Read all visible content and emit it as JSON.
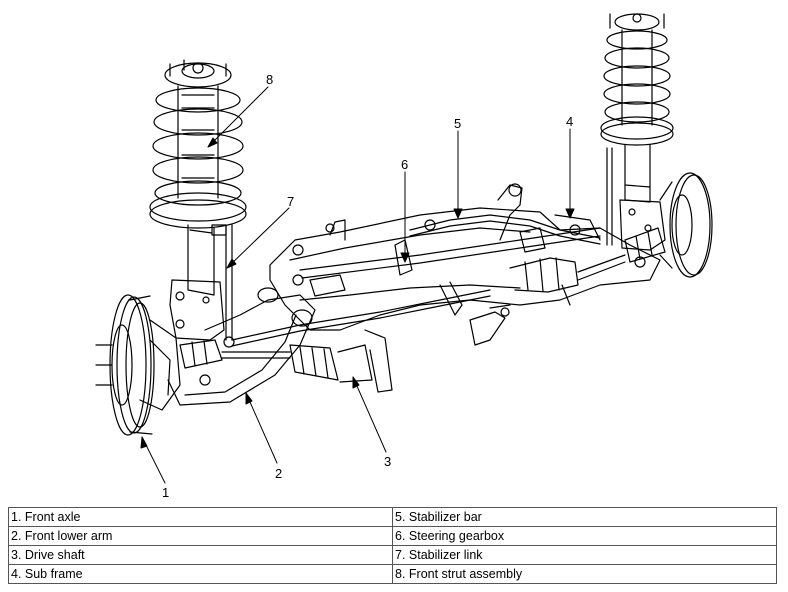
{
  "callouts": [
    "1",
    "2",
    "3",
    "4",
    "5",
    "6",
    "7",
    "8"
  ],
  "legend": {
    "left": [
      "1. Front axle",
      "2. Front lower arm",
      "3. Drive shaft",
      "4. Sub frame"
    ],
    "right": [
      "5. Stabilizer bar",
      "6. Steering gearbox",
      "7. Stabilizer link",
      "8. Front strut assembly"
    ]
  }
}
